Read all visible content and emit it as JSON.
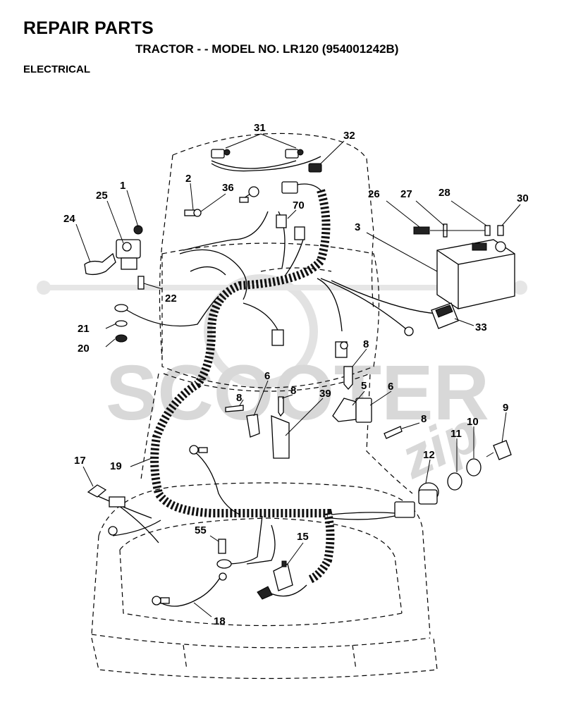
{
  "header": {
    "title": "REPAIR PARTS",
    "subtitle": "TRACTOR - - MODEL NO. LR120 (954001242B)",
    "section": "ELECTRICAL"
  },
  "watermark": {
    "text_main": "SCOOTER",
    "text_script": "zip",
    "color": "#d8d8d8"
  },
  "callouts": {
    "p1": "1",
    "p2": "2",
    "p3": "3",
    "p5": "5",
    "p6a": "6",
    "p6b": "6",
    "p8a": "8",
    "p8b": "8",
    "p8c": "8",
    "p8d": "8",
    "p9": "9",
    "p10": "10",
    "p11": "11",
    "p12": "12",
    "p15": "15",
    "p17": "17",
    "p18": "18",
    "p19": "19",
    "p20": "20",
    "p21": "21",
    "p22": "22",
    "p24": "24",
    "p25": "25",
    "p26": "26",
    "p27": "27",
    "p28": "28",
    "p30": "30",
    "p31": "31",
    "p32": "32",
    "p33": "33",
    "p36": "36",
    "p39": "39",
    "p55": "55",
    "p70": "70"
  }
}
